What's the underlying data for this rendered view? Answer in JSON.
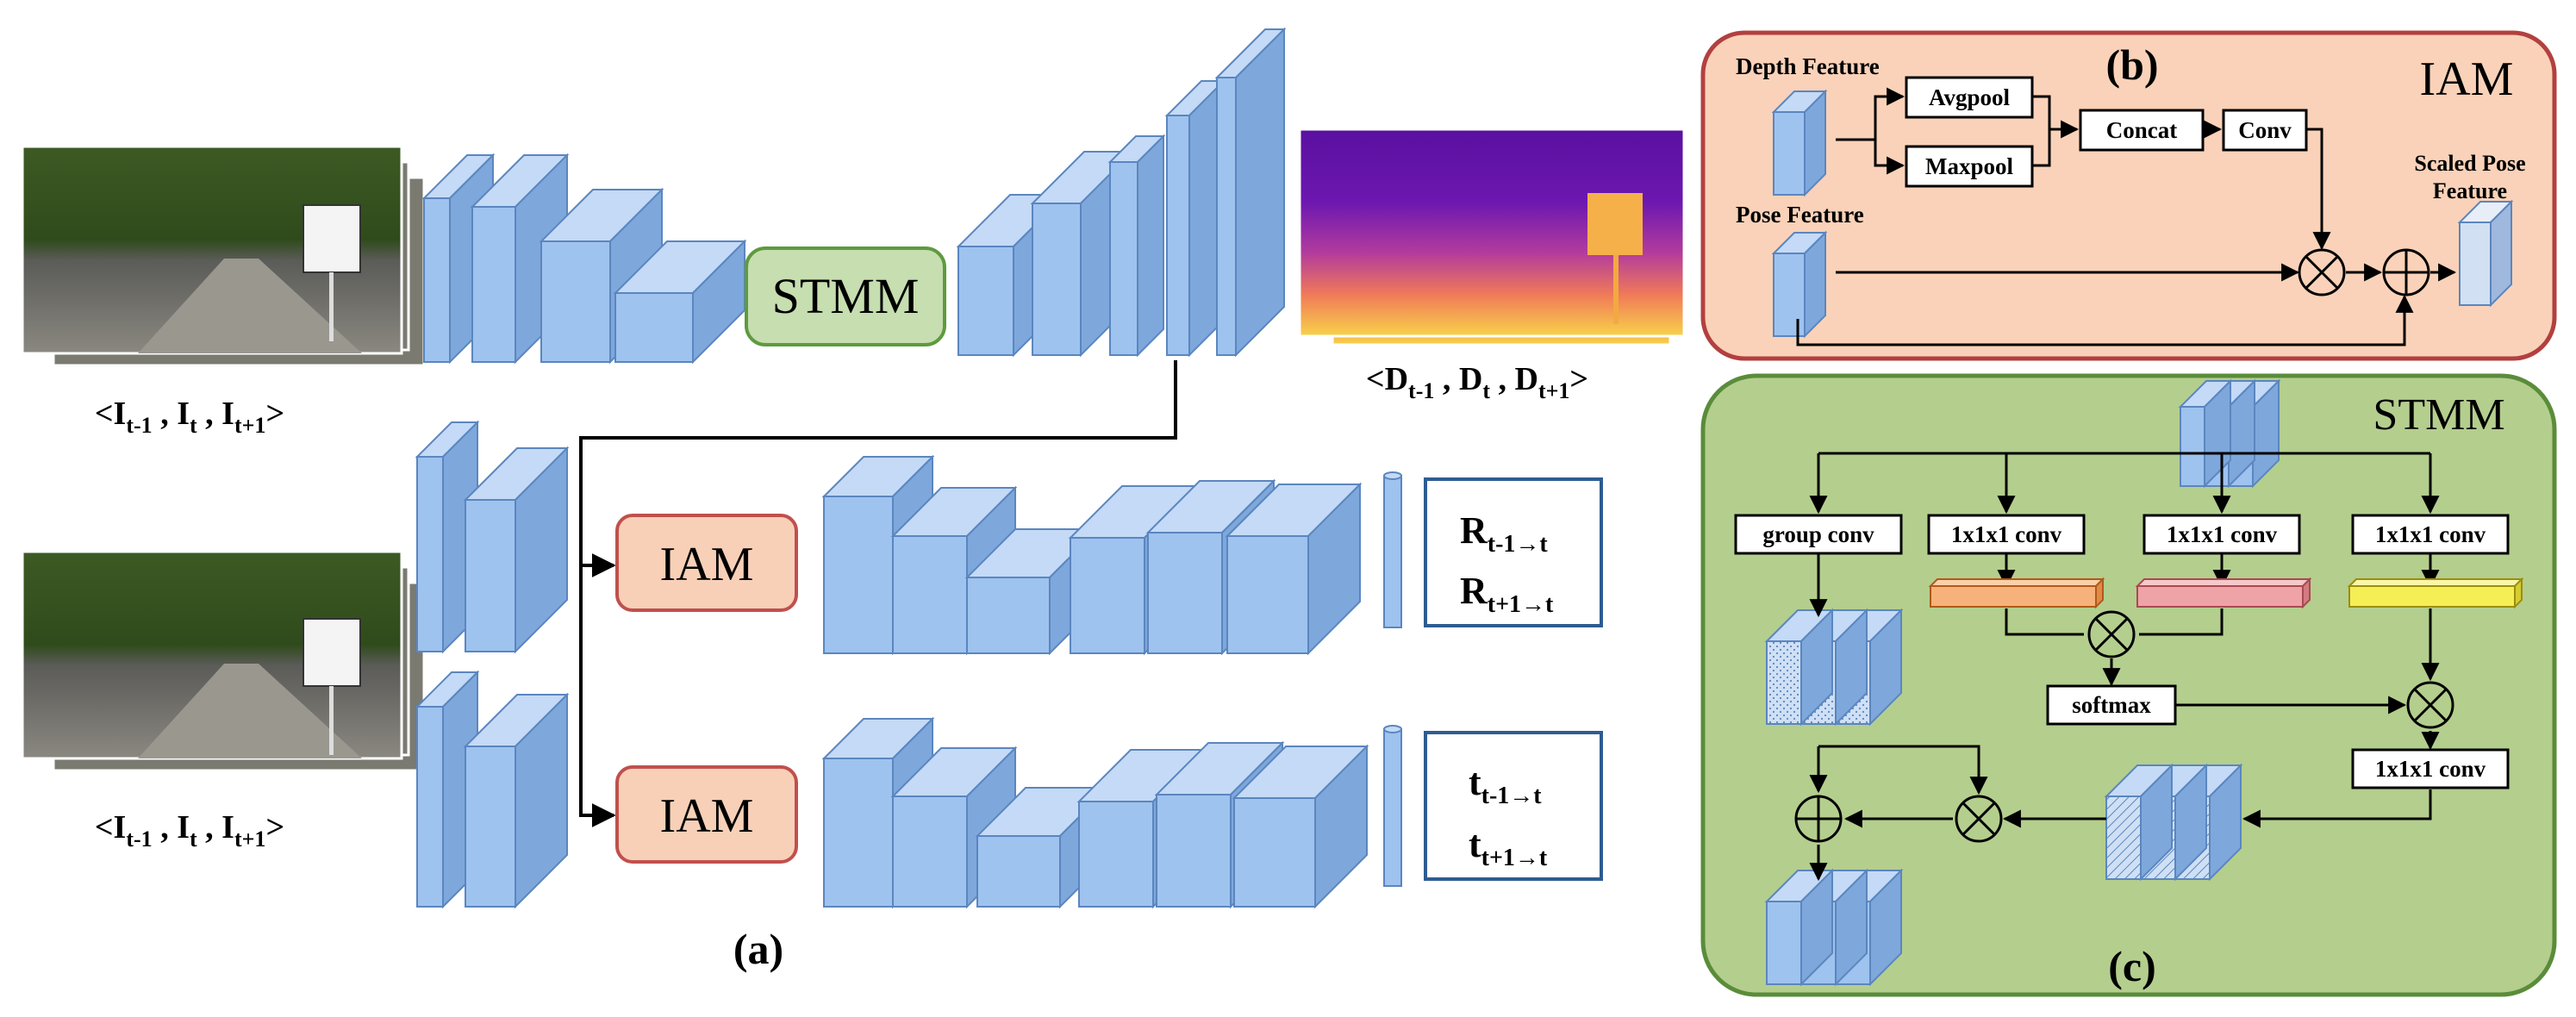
{
  "colors": {
    "block_front": "#9fc3ef",
    "block_top": "#c4daf6",
    "block_side": "#7ea8dc",
    "block_stroke": "#5b86bf",
    "stmm_fill": "#c6deb0",
    "stmm_stroke": "#5f9a3f",
    "iam_fill": "#f8d0b8",
    "iam_stroke": "#c0504d",
    "panel_b_fill": "#f9d2b9",
    "panel_b_stroke": "#b2403f",
    "panel_c_fill": "#b4ce8e",
    "panel_c_stroke": "#5a8c3a",
    "output_box_stroke": "#2e5c92",
    "orange_bar": "#f6b27a",
    "pink_bar": "#eea3a6",
    "yellow_bar": "#f6ee55"
  },
  "panel_a": {
    "label": "(a)",
    "top_input_caption": {
      "base": "<I",
      "s1": "t-1",
      "m1": " , I",
      "s2": "t",
      "m2": " , I",
      "s3": "t+1",
      "end": ">"
    },
    "bottom_input_caption": {
      "base": "<I",
      "s1": "t-1",
      "m1": " , I",
      "s2": "t",
      "m2": " , I",
      "s3": "t+1",
      "end": ">"
    },
    "stmm_label": "STMM",
    "iam_top_label": "IAM",
    "iam_bottom_label": "IAM",
    "depth_caption": {
      "base": "<D",
      "s1": "t-1",
      "m1": " , D",
      "s2": "t",
      "m2": " , D",
      "s3": "t+1",
      "end": ">"
    },
    "rotation_output": {
      "line1_base": "R",
      "line1_sub": "t-1→t",
      "line2_base": "R",
      "line2_sub": "t+1→t"
    },
    "translation_output": {
      "line1_base": "t",
      "line1_sub": "t-1→t",
      "line2_base": "t",
      "line2_sub": "t+1→t"
    }
  },
  "panel_b": {
    "label": "(b)",
    "title": "IAM",
    "depth_feature": "Depth Feature",
    "pose_feature": "Pose Feature",
    "avgpool": "Avgpool",
    "maxpool": "Maxpool",
    "concat": "Concat",
    "conv": "Conv",
    "scaled_pose_feature_1": "Scaled Pose",
    "scaled_pose_feature_2": "Feature"
  },
  "panel_c": {
    "label": "(c)",
    "title": "STMM",
    "group_conv": "group conv",
    "conv_1": "1x1x1 conv",
    "conv_2": "1x1x1 conv",
    "conv_3": "1x1x1 conv",
    "conv_4": "1x1x1 conv",
    "softmax": "softmax"
  }
}
